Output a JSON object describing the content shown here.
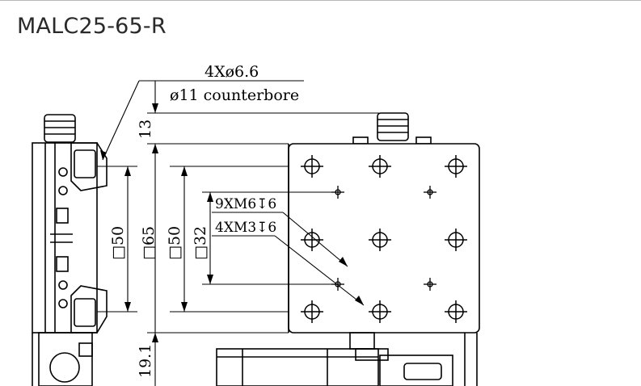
{
  "header": {
    "model_title": "MALC25-65-R"
  },
  "drawing": {
    "hole_callout_line1": "4Xø6.6",
    "hole_callout_line2": "ø11 counterbore",
    "tap_callout_1": "9XM6↧6",
    "tap_callout_2": "4XM3↧6",
    "dim_top_height": "13",
    "dim_bottom_height": "19.1",
    "dim_square_50_left": "□50",
    "dim_square_65": "□65",
    "dim_square_50_mid": "□50",
    "dim_square_32": "□32"
  }
}
